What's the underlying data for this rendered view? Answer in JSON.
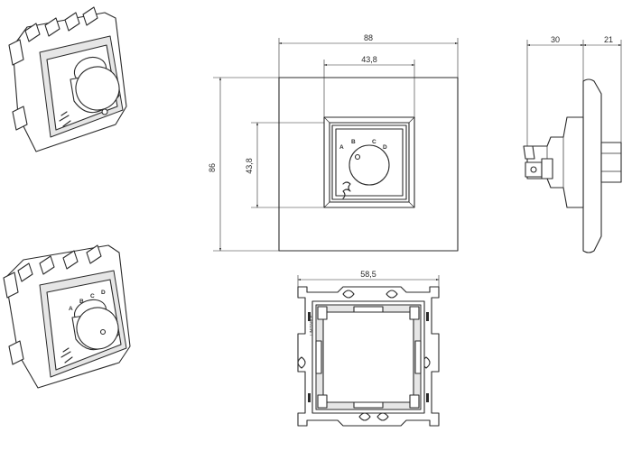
{
  "dimensions": {
    "front_width": "88",
    "front_inner_width": "43,8",
    "front_height": "86",
    "front_inner_height": "43,8",
    "side_depth": "30",
    "side_front": "21",
    "frame_width": "58,5"
  },
  "knob_labels": [
    "A",
    "B",
    "C",
    "D"
  ],
  "frame_marking": "LIMITABLE"
}
